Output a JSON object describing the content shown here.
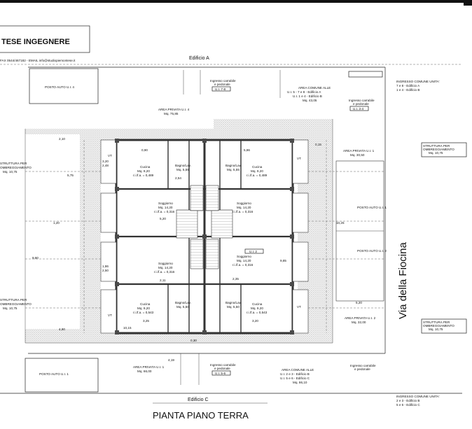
{
  "header": {
    "firm": "TESE INGEGNERE",
    "contact": "FAX 0544/467182 - EMAIL info@studiopiemontese.it"
  },
  "building_a": "Edificio A",
  "building_c": "Edificio C",
  "plan_title": "PIANTA PIANO TERRA",
  "street": "Via della Fiocina",
  "parking_top_left": "POSTO AUTO U.I. 4",
  "parking_bottom_left": "POSTO AUTO U.I. 1",
  "parking_right_1": "POSTO AUTO U.I. 1",
  "parking_right_2": "POSTO AUTO U.I. 2",
  "entrance_top": [
    "Ingresso carrabile",
    "e pedonale",
    "U.I. 7-8"
  ],
  "entrance_top_right": [
    "Ingresso carrabile",
    "e pedonale",
    "U.I. 3-4"
  ],
  "entrance_bottom": [
    "Ingresso carrabile",
    "e pedonale",
    "U.I. 5-6"
  ],
  "entrance_bottom_right": [
    "Ingresso carrabile",
    "e pedonale"
  ],
  "common_top": [
    "AREA COMUNE ALLE",
    "U.I. 5 - 7 e 8 - Edificio A",
    "U.I. 1 e 4 - Edificio B",
    "Mq. 43,05"
  ],
  "common_bottom": [
    "AREA COMUNE ALLE",
    "U.I. 2 e 3 - Edificio B",
    "U.I. 5 e 6 - Edificio C",
    "Mq. 86,10"
  ],
  "private_top_left": [
    "AREA PRIVATA U.I. 4",
    "Mq. 75,85"
  ],
  "private_bottom_left": [
    "AREA PRIVATA U.I. 1",
    "Mq. 66,00"
  ],
  "private_right_top": [
    "AREA PRIVATA U.I. 1",
    "Mq. 30,50"
  ],
  "private_right_bottom": [
    "AREA PRIVATA U.I. 2",
    "Mq. 32,00"
  ],
  "strutture": [
    "STRUTTURA PER",
    "OMBREGGIAMENTO",
    "Mq. 10,75"
  ],
  "ingresso_unita_top": [
    "INGRESSO COMUNE UNITA'",
    "7 e 8 - Edificio A",
    "1 e 4 - Edificio B"
  ],
  "ingresso_unita_bottom": [
    "INGRESSO COMUNE UNITA'",
    "2 e 3 - Edificio B",
    "5 e 6 - Edificio C"
  ],
  "rooms": {
    "cucina": "Cucina",
    "cucina_mq": "Mq. 9,20",
    "cucina_ria_a": "r.i./f.a. = 0,489",
    "cucina_ria_b": "r.i./f.a. = 0,543",
    "bagno": "Bagno/Lav.",
    "bagno_mq": "Mq. 5,55",
    "bagno_mq_b": "Mq. 5,50",
    "soggiorno": "Soggiorno",
    "soggiorno_mq": "Mq. 14,20",
    "soggiorno_ria": "r.i./f.a. = 0,316",
    "vt": "VT",
    "u2": "U.I. 2"
  },
  "dims": [
    "3,20",
    "2,48",
    "1,86",
    "2,50",
    "0,90",
    "2,10",
    "1,20",
    "4,90",
    "2,54",
    "9,85",
    "5,20",
    "9,80",
    "4,19",
    "0,15",
    "5,75",
    "2,11",
    "3,25",
    "0,30",
    "2,35",
    "10,25",
    "10,15",
    "5,86",
    "5,20",
    "3,20"
  ]
}
